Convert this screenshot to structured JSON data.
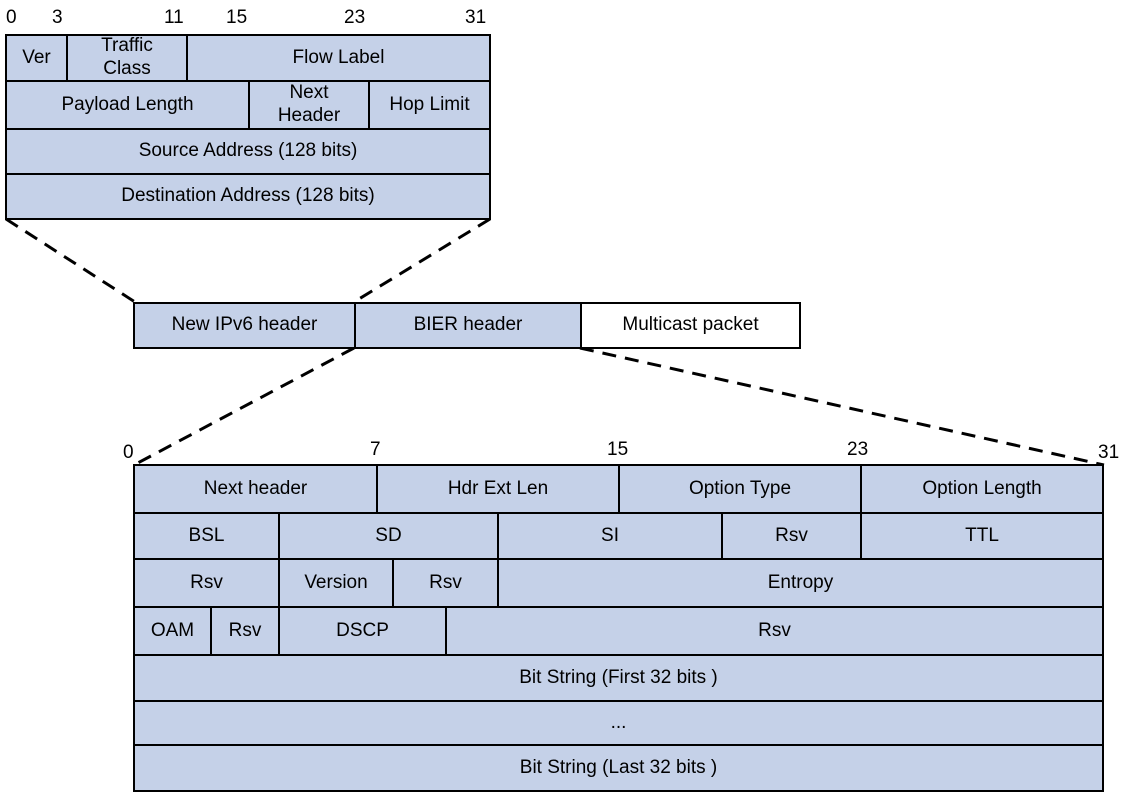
{
  "ipv6_header": {
    "bit_labels": [
      "0",
      "3",
      "11",
      "15",
      "23",
      "31"
    ],
    "fields": {
      "ver": "Ver",
      "traffic_class": "Traffic Class",
      "flow_label": "Flow Label",
      "payload_length": "Payload Length",
      "next_header": "Next Header",
      "hop_limit": "Hop Limit",
      "source_address": "Source Address (128 bits)",
      "destination_address": "Destination Address (128 bits)"
    }
  },
  "packet": {
    "new_ipv6_header": "New IPv6 header",
    "bier_header": "BIER header",
    "multicast_packet": "Multicast packet"
  },
  "bier_header": {
    "bit_labels": [
      "0",
      "7",
      "15",
      "23",
      "31"
    ],
    "fields": {
      "next_header": "Next header",
      "hdr_ext_len": "Hdr Ext Len",
      "option_type": "Option Type",
      "option_length": "Option Length",
      "bsl": "BSL",
      "sd": "SD",
      "si": "SI",
      "rsv_row2": "Rsv",
      "ttl": "TTL",
      "rsv_row3a": "Rsv",
      "version": "Version",
      "rsv_row3b": "Rsv",
      "entropy": "Entropy",
      "oam": "OAM",
      "rsv_row4a": "Rsv",
      "dscp": "DSCP",
      "rsv_row4b": "Rsv",
      "bit_string_first": "Bit String (First 32 bits )",
      "ellipsis": "...",
      "bit_string_last": "Bit String (Last 32 bits )"
    }
  }
}
